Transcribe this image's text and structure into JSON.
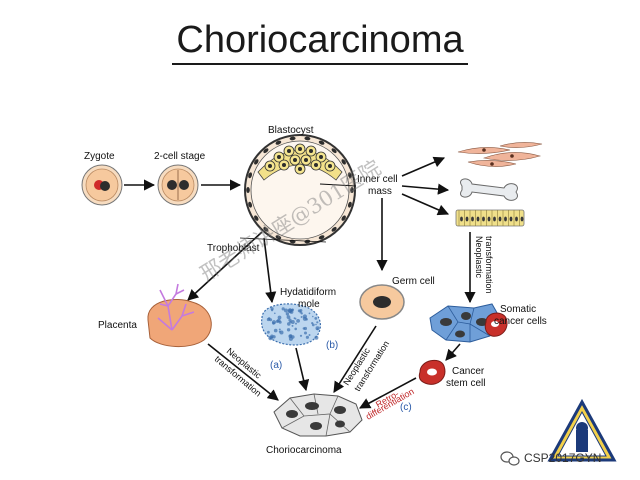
{
  "title": "Choriocarcinoma",
  "labels": {
    "zygote": "Zygote",
    "two_cell": "2-cell stage",
    "blastocyst": "Blastocyst",
    "inner_cell_mass_1": "Inner cell",
    "inner_cell_mass_2": "mass",
    "trophoblast": "Trophoblast",
    "placenta": "Placenta",
    "hydatidiform_1": "Hydatidiform",
    "hydatidiform_2": "mole",
    "germ_cell": "Germ cell",
    "somatic_1": "Somatic",
    "somatic_2": "cancer cells",
    "cancer_stem_1": "Cancer",
    "cancer_stem_2": "stem cell",
    "choriocarcinoma": "Choriocarcinoma",
    "neo_a_1": "Neoplastic",
    "neo_a_2": "transformation",
    "neo_b_1": "Neoplastic",
    "neo_b_2": "transformation",
    "neo_right_1": "Neoplastic",
    "neo_right_2": "transformation",
    "retro_1": "Retro-",
    "retro_2": "differentiation",
    "path_a": "(a)",
    "path_b": "(b)",
    "path_c": "(c)"
  },
  "watermark": "邢老师讲座@301医院",
  "brand": "CSP2017GYN",
  "colors": {
    "cell_fill": "#f6c99e",
    "nucleus": "#2d2d2d",
    "yolk": "#f2e089",
    "placenta": "#f0a678",
    "mole": "#a9c7e6",
    "somatic_cells": "#5c8fcf",
    "stem_cell": "#c8302a",
    "path_label": "#2a5aa8",
    "retro_label": "#c0282a",
    "arrow": "#111111"
  }
}
